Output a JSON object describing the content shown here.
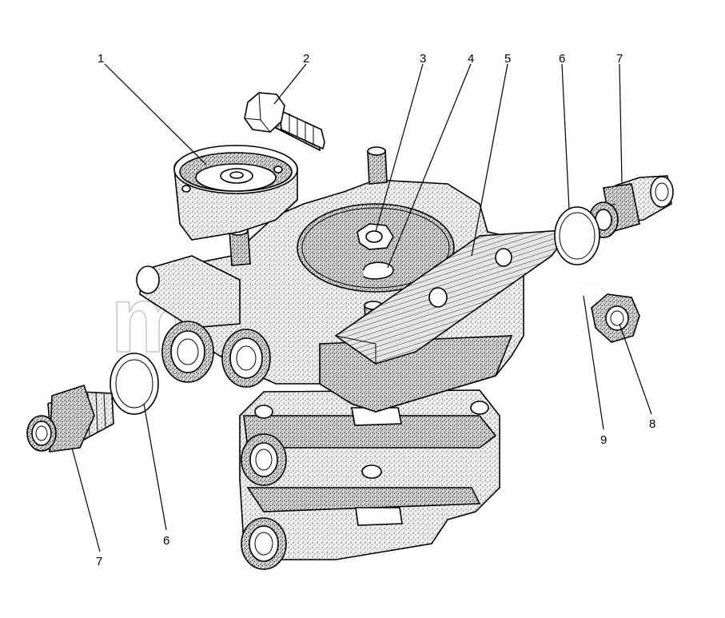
{
  "diagram": {
    "watermark_text": "mazik.by",
    "callouts": [
      {
        "id": "c1",
        "label": "1"
      },
      {
        "id": "c2",
        "label": "2"
      },
      {
        "id": "c3",
        "label": "3"
      },
      {
        "id": "c4",
        "label": "4"
      },
      {
        "id": "c5",
        "label": "5"
      },
      {
        "id": "c6a",
        "label": "6"
      },
      {
        "id": "c7a",
        "label": "7"
      },
      {
        "id": "c8",
        "label": "8"
      },
      {
        "id": "c9",
        "label": "9"
      },
      {
        "id": "c6b",
        "label": "6"
      },
      {
        "id": "c7b",
        "label": "7"
      }
    ]
  }
}
